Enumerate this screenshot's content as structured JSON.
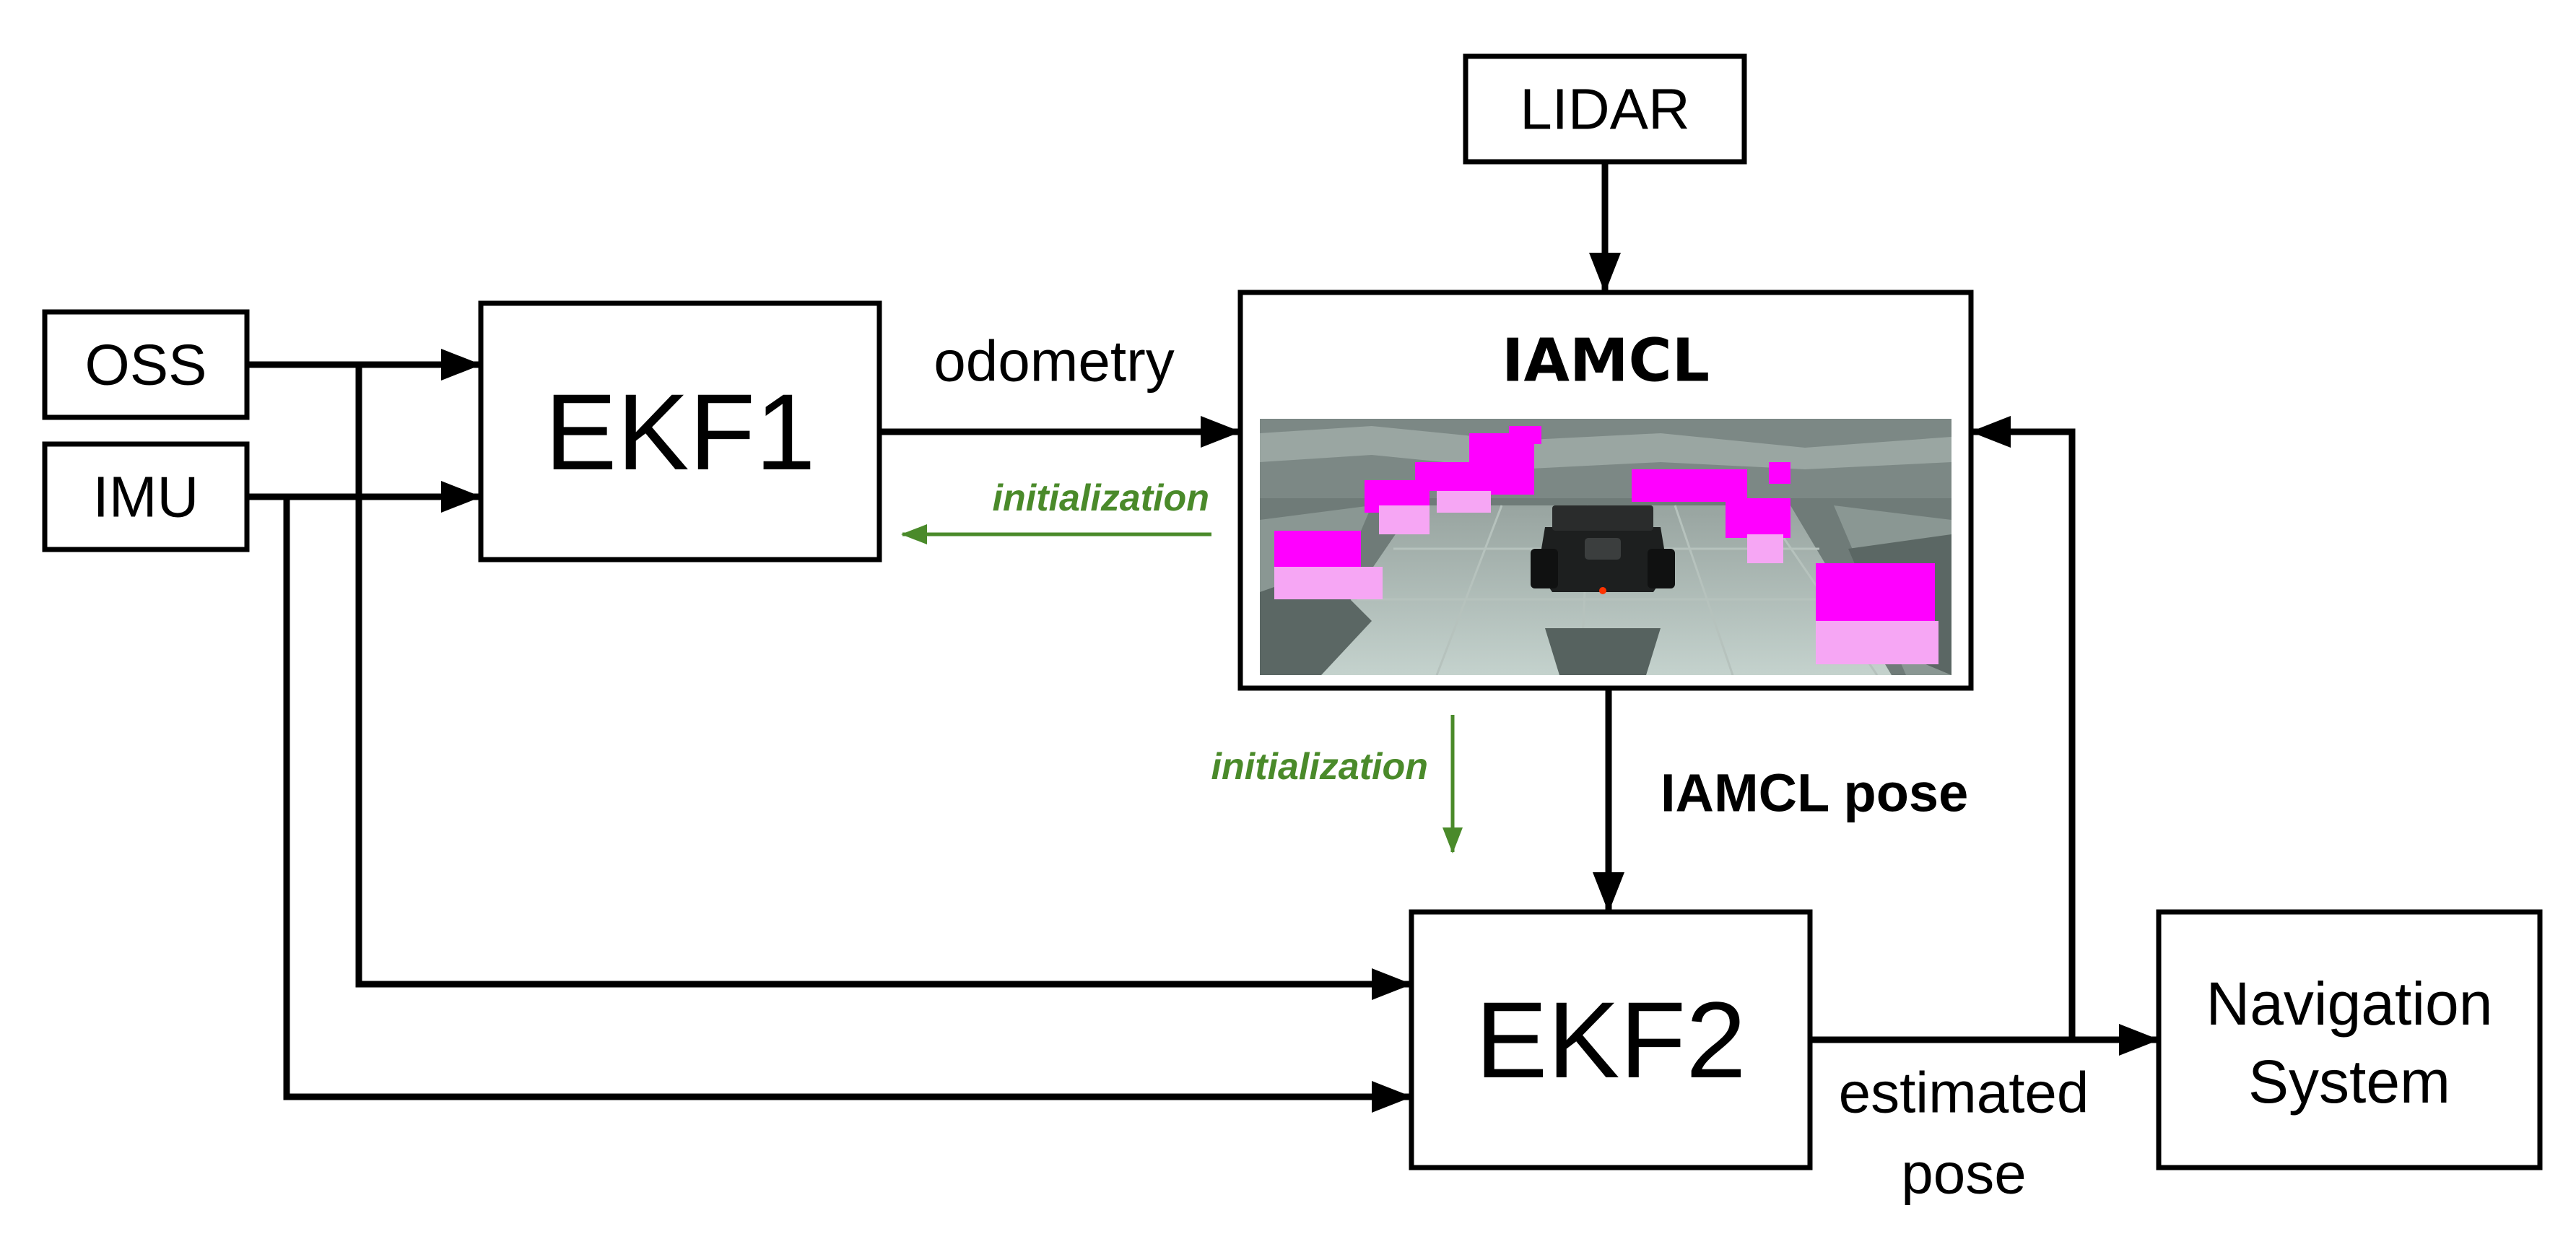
{
  "nodes": {
    "lidar": "LIDAR",
    "oss": "OSS",
    "imu": "IMU",
    "ekf1": "EKF1",
    "iamcl": "IAMCL",
    "ekf2": "EKF2",
    "navigation_line1": "Navigation",
    "navigation_line2": "System"
  },
  "edges": {
    "odometry": "odometry",
    "initialization_top": "initialization",
    "initialization_bottom": "initialization",
    "iamcl_pose": "IAMCL pose",
    "estimated_line1": "estimated",
    "estimated_line2": "pose"
  },
  "colors": {
    "initialization": "#4a8a2a",
    "lines": "#000000",
    "map_background": "#6f7b78",
    "map_highlight": "#ff00ff",
    "map_highlight_light": "#f6a6f4"
  }
}
